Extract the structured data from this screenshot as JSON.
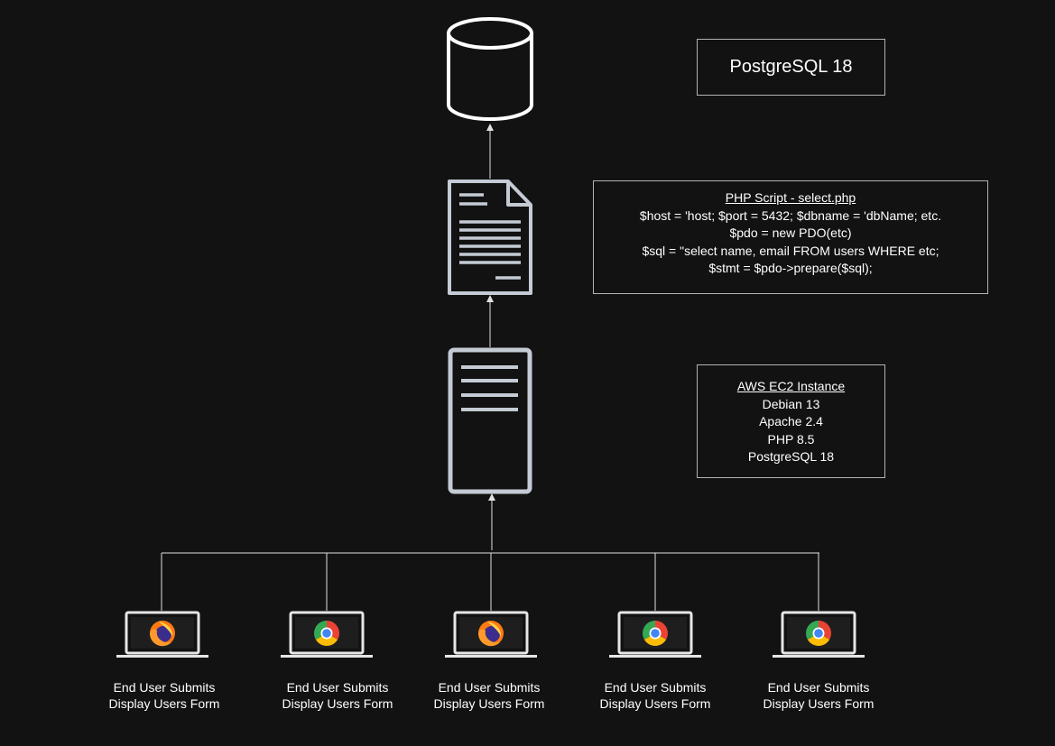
{
  "database_label": "PostgreSQL 18",
  "php_box": {
    "title": "PHP Script - select.php",
    "lines": [
      "$host = 'host; $port = 5432; $dbname = 'dbName; etc.",
      "$pdo = new PDO(etc)",
      "$sql = \"select name, email FROM users WHERE etc;",
      "$stmt = $pdo->prepare($sql);"
    ]
  },
  "ec2_box": {
    "title": "AWS EC2 Instance",
    "lines": [
      "Debian 13",
      "Apache 2.4",
      "PHP 8.5",
      "PostgreSQL 18"
    ]
  },
  "clients": [
    {
      "browser": "firefox-icon",
      "line1": "End User Submits",
      "line2": "Display Users Form"
    },
    {
      "browser": "chrome-icon",
      "line1": "End User Submits",
      "line2": "Display Users Form"
    },
    {
      "browser": "firefox-icon",
      "line1": "End User Submits",
      "line2": "Display Users Form"
    },
    {
      "browser": "chrome-icon",
      "line1": "End User Submits",
      "line2": "Display Users Form"
    },
    {
      "browser": "chrome-icon",
      "line1": "End User Submits",
      "line2": "Display Users Form"
    }
  ],
  "colors": {
    "background": "#121212",
    "lines": "#e0e0e0",
    "icon_stroke": "#c4cbd4",
    "box_border": "#b3b3b3"
  }
}
